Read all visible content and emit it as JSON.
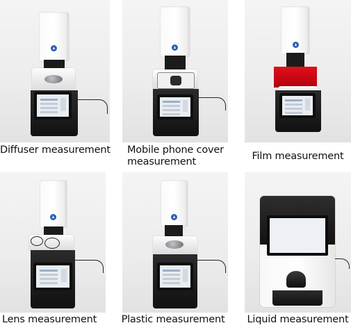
{
  "captions": [
    "Diffuser measurement",
    "Mobile phone cover\nmeasurement",
    "Film measurement",
    "Lens measurement",
    "Plastic measurement",
    "Liquid measurement"
  ],
  "colors": {
    "logo": "#2d5fb5",
    "film": "#e0101c",
    "background": "#ffffff"
  }
}
